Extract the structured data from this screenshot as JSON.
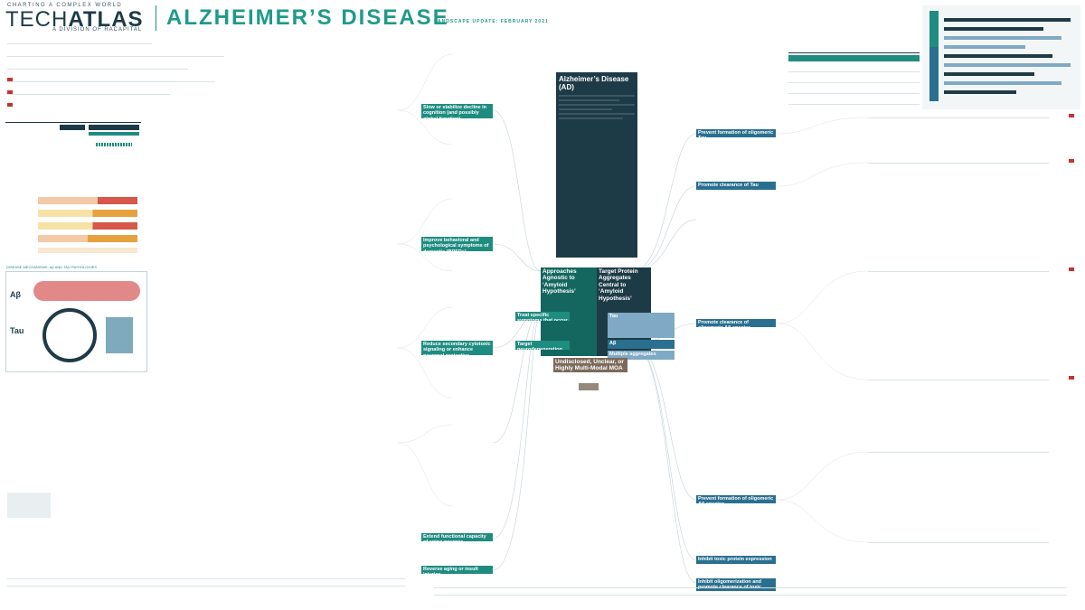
{
  "header": {
    "tagline": "CHARTING A COMPLEX WORLD",
    "brand_light": "TECH",
    "brand_bold": "ATLAS",
    "division": "A DIVISION OF RACAPITAL",
    "title": "ALZHEIMER’S DISEASE",
    "update_line1": "",
    "update_line2": "LANDSCAPE UPDATE: FEBRUARY 2021"
  },
  "center": {
    "disease_title": "Alzheimer’s Disease (AD)",
    "agnostic_title": "Approaches Agnostic to ‘Amyloid Hypothesis’",
    "target_title": "Target Protein Aggregates Central to ‘Amyloid Hypothesis’",
    "symptoms_title": "Treat specific symptoms that occur as a result of disease progression",
    "neurodegen_title": "Target neurodegeneration via neuroprotective mechanisms",
    "tau_title": "Tau",
    "abeta_title": "Aβ",
    "multiple_title": "Multiple aggregates",
    "undisclosed_title": "Undisclosed, Unclear, or Highly Multi-Modal MOA"
  },
  "left_branches": {
    "cognition": "Slow or stabilize decline in cognition (and possibly global function)",
    "behavior": "Improve behavioral and psychological symptoms of dementia (BPSDs)",
    "secondary": "Reduce secondary cytotoxic signaling or enhance neuronal protective signaling",
    "functional": "Extend functional capacity of aging neurons",
    "damage": "Reverse aging or insult injuries"
  },
  "right_branches": {
    "prevent_tau": "Prevent formation of oligomeric Tau",
    "promote_tau": "Promote clearance of Tau",
    "clearance_ab": "Promote clearance of oligomeric Aβ species",
    "prevent_ab": "Prevent formation of oligomeric Aβ species",
    "inhibit_expr": "Inhibit toxic protein expression",
    "inhibit_agg": "Inhibit oligomerization and promote clearance of toxic species from the brain"
  },
  "panels": {
    "mechanisms_label": "DISEASE MECHANISMS: Aβ AND TAU PATHOLOGIES",
    "ab_label": "Aβ",
    "tau_label": "Tau"
  },
  "colors": {
    "teal": "#1f8c80",
    "navy": "#1d3b47",
    "blue": "#2a6f8f",
    "brown": "#7b6a5b",
    "red": "#c5342c"
  }
}
